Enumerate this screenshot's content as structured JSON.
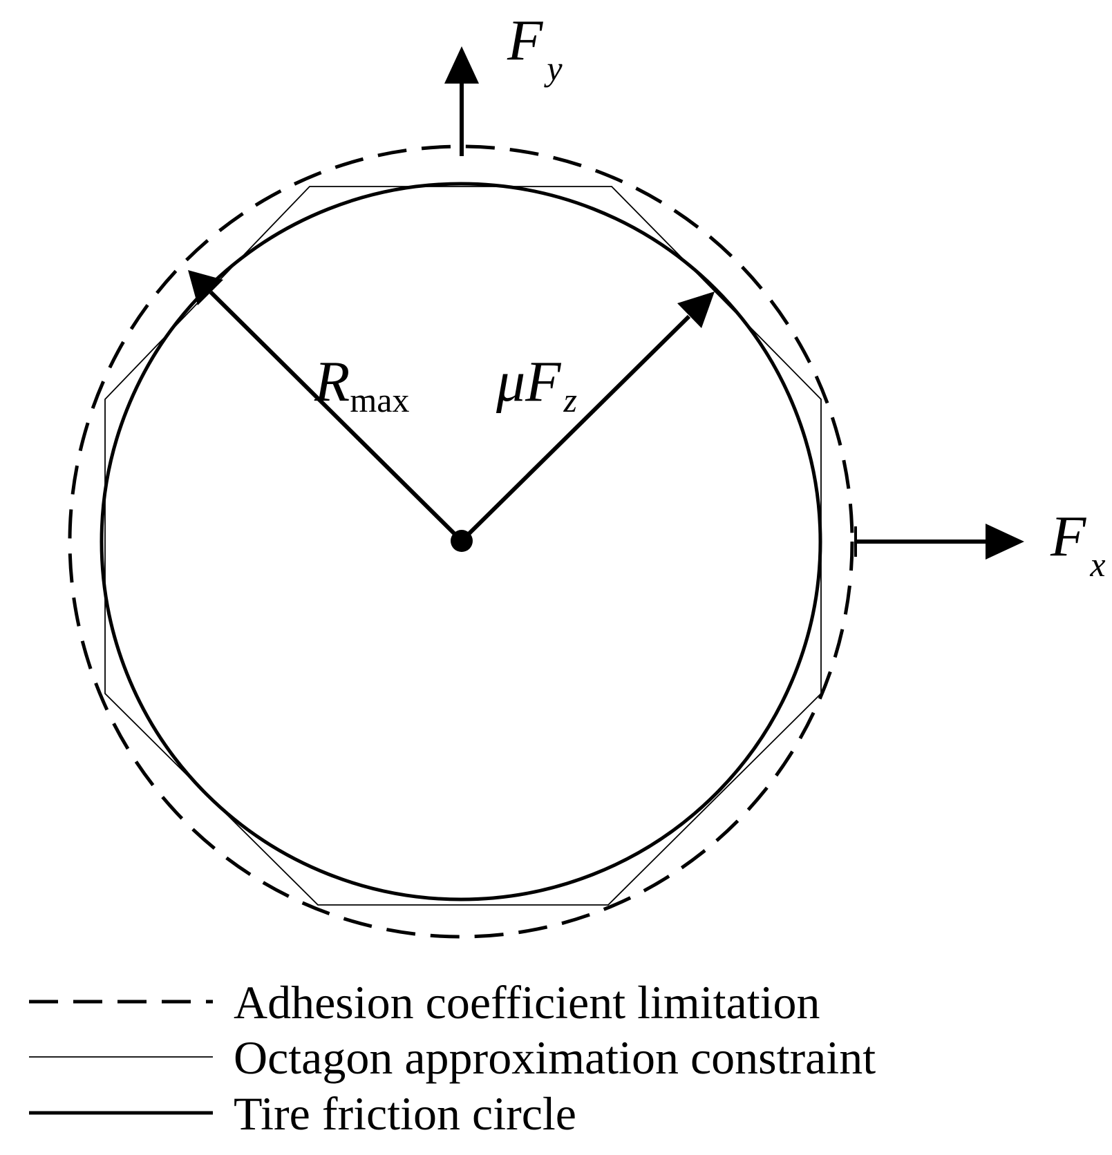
{
  "labels": {
    "fy_main": "F",
    "fy_sub": "y",
    "fx_main": "F",
    "fx_sub": "x",
    "rmax_main": "R",
    "rmax_sub": "max",
    "mufz_mu": "μ",
    "mufz_main": "F",
    "mufz_sub": "z"
  },
  "legend": [
    {
      "label": "Adhesion coefficient limitation",
      "style": "dashed"
    },
    {
      "label": "Octagon approximation constraint",
      "style": "thin"
    },
    {
      "label": "Tire friction circle",
      "style": "thick"
    }
  ],
  "colors": {
    "stroke": "#000000",
    "background": "#ffffff"
  }
}
